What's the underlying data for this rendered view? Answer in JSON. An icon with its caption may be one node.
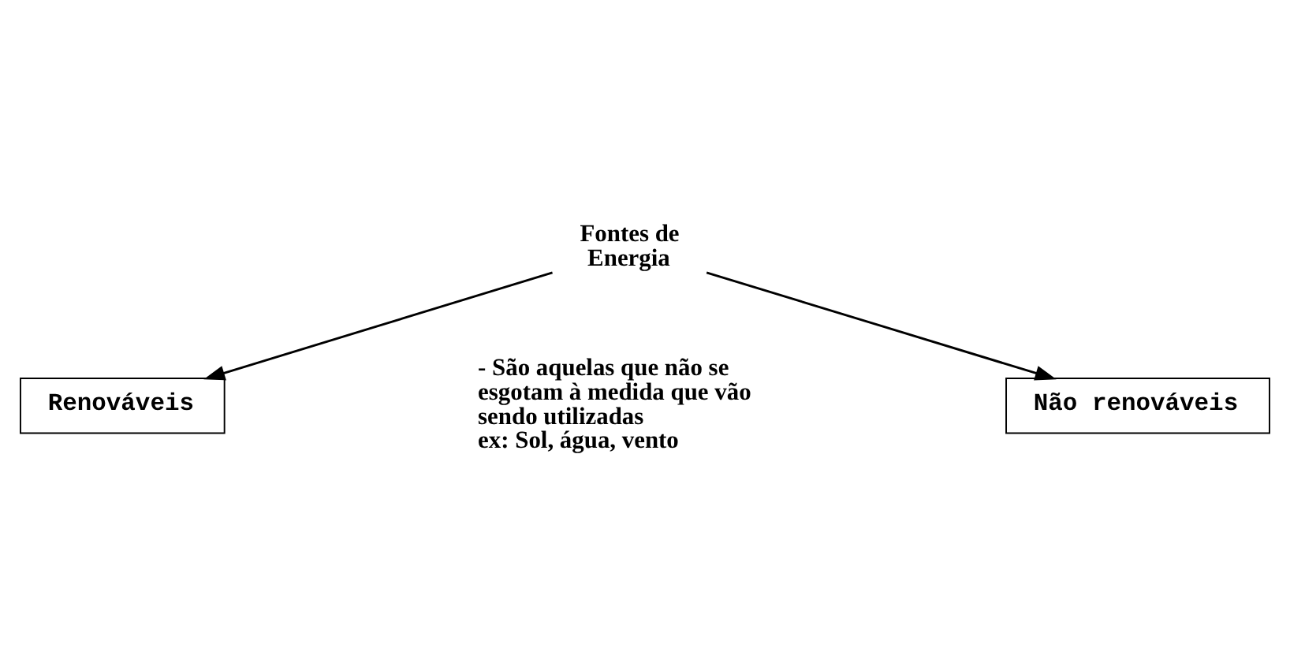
{
  "diagram": {
    "nodes": [
      {
        "text": [
          "Fontes de Energia"
        ]
      },
      {
        "text": [
          "Renováveis"
        ],
        "beside": [
          "- São aquelas que não se esgotam à medida que vão sendo utilizadas",
          "ex: Sol, água, vento"
        ]
      },
      {
        "text": [
          "Não renováveis"
        ]
      }
    ],
    "edges": [
      {
        "from": 0,
        "to": 1,
        "arrow": "to"
      },
      {
        "from": 0,
        "to": 2,
        "arrow": "to"
      }
    ]
  }
}
